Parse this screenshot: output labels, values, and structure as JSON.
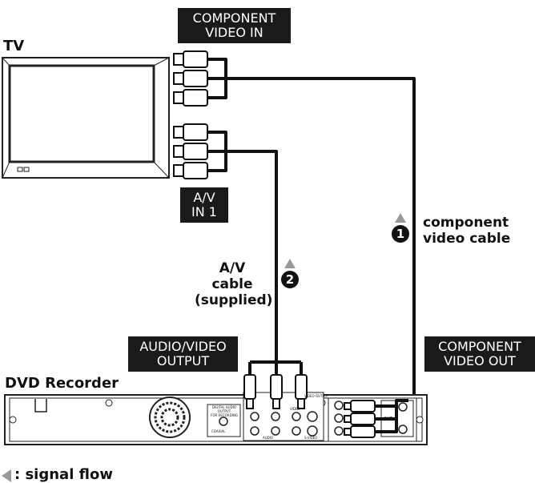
{
  "labels": {
    "tv": "TV",
    "dvd_recorder": "DVD Recorder",
    "component_video_in": [
      "COMPONENT",
      "VIDEO IN"
    ],
    "av_in1": [
      "A/V",
      "IN 1"
    ],
    "audio_video_output": [
      "AUDIO/VIDEO",
      "OUTPUT"
    ],
    "component_video_out": [
      "COMPONENT",
      "VIDEO OUT"
    ],
    "component_cable": [
      "component",
      "video cable"
    ],
    "av_cable": [
      "A/V",
      "cable",
      "(supplied)"
    ],
    "step1": "1",
    "step2": "2",
    "legend": ": signal flow"
  },
  "panel_text": {
    "digital_audio_output": "DIGITAL AUDIO OUTPUT",
    "for_recording": "FOR RECORDING",
    "coaxial": "COAXIAL",
    "audio": "AUDIO",
    "video": "VIDEO",
    "svideo": "S-VIDEO",
    "video_output": "VIDEO OUTPUT",
    "out": "OUT"
  },
  "colors": {
    "cable": "#111111",
    "tag_bg": "#1a1a1a",
    "arrow": "#999999"
  }
}
